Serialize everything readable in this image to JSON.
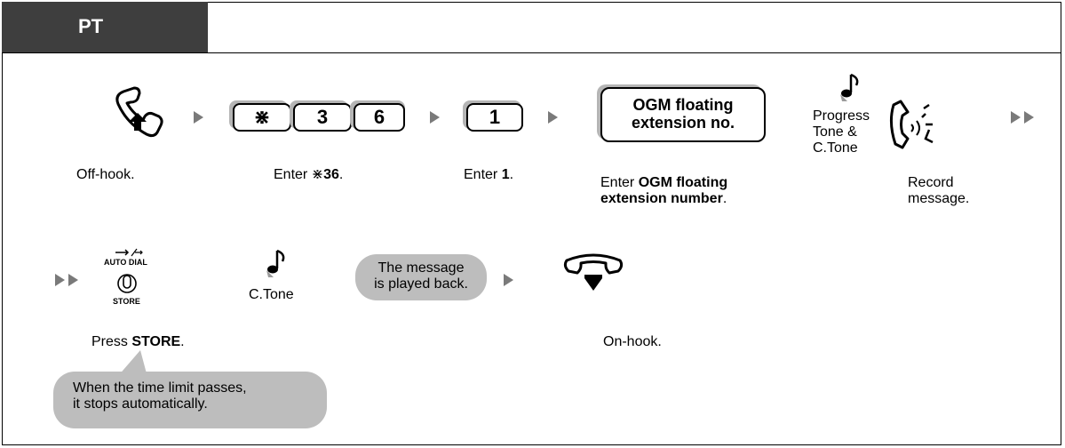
{
  "header": {
    "title": "PT"
  },
  "row1": {
    "offhook_caption": "Off-hook.",
    "keys": [
      "⋇",
      "3",
      "6"
    ],
    "enter_36_prefix": "Enter ",
    "enter_36_star": "⋇",
    "enter_36_value": "36",
    "enter_36_suffix": ".",
    "key_1": "1",
    "enter_1_prefix": "Enter ",
    "enter_1_value": "1",
    "enter_1_suffix": ".",
    "ogm_box_line1": "OGM floating",
    "ogm_box_line2": "extension no.",
    "ogm_caption_prefix": "Enter ",
    "ogm_caption_bold1": "OGM floating",
    "ogm_caption_bold2": "extension number",
    "ogm_caption_suffix": ".",
    "tone_line1": "Progress",
    "tone_line2": "Tone &",
    "tone_line3": "C.Tone",
    "record_line1": "Record",
    "record_line2": "message."
  },
  "row2": {
    "button_top": "AUTO DIAL",
    "button_bottom": "STORE",
    "ctone": "C.Tone",
    "bubble_line1": "The message",
    "bubble_line2": "is played back.",
    "press_prefix": "Press ",
    "press_bold": "STORE",
    "press_suffix": ".",
    "onhook_caption": "On-hook.",
    "note_line1": "When the time limit passes,",
    "note_line2": "it stops automatically."
  },
  "colors": {
    "tab": "#3e3e3e",
    "arrow": "#7a7a7a",
    "bubble": "#bdbdbd",
    "key_shadow": "#b5b5b5"
  }
}
